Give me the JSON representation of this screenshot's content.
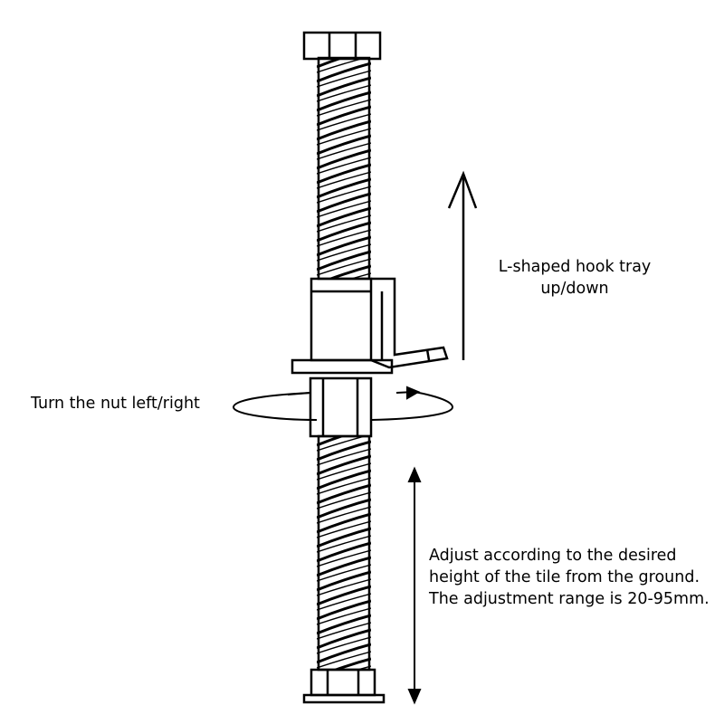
{
  "labels": {
    "hook_tray": "L-shaped hook tray up/down",
    "nut": "Turn the nut left/right",
    "adjustment": "Adjust according to the desired height of the tile from the ground. The adjustment range is 20-95mm."
  },
  "colors": {
    "line": "#000000",
    "background": "#ffffff"
  },
  "icons": [
    "up-arrow-icon",
    "rotation-arrow-icon",
    "double-arrow-icon"
  ]
}
